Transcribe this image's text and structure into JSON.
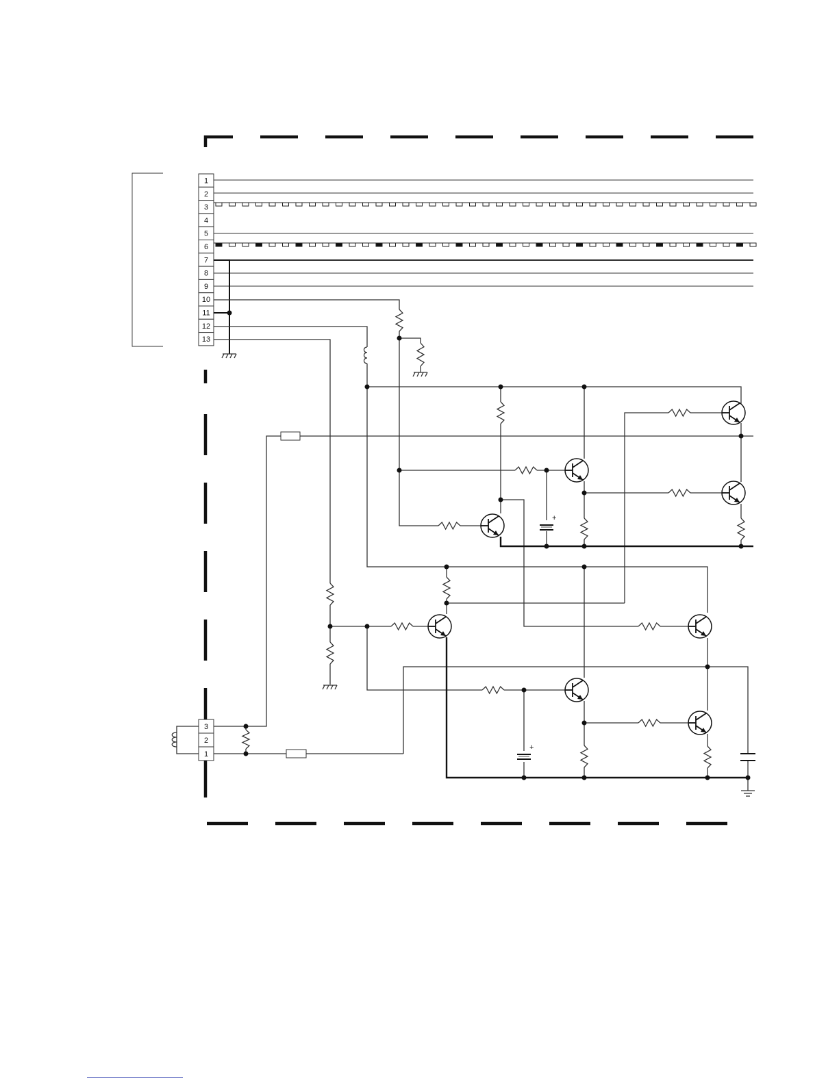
{
  "schematic": {
    "main_connector": {
      "pins": [
        "1",
        "2",
        "3",
        "4",
        "5",
        "6",
        "7",
        "8",
        "9",
        "10",
        "11",
        "12",
        "13"
      ]
    },
    "secondary_connector": {
      "pins": [
        "3",
        "2",
        "1"
      ]
    },
    "capacitor_polarity_mark": "+",
    "colors": {
      "wire": "#333333",
      "border": "#111111",
      "background": "#ffffff"
    }
  }
}
